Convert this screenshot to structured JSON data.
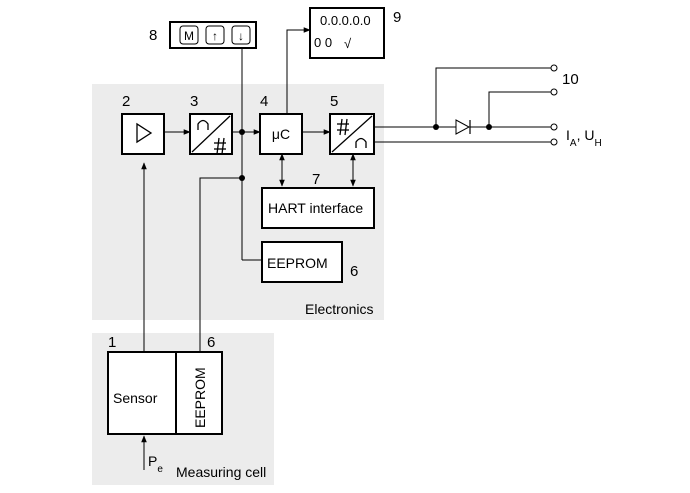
{
  "regions": {
    "electronics": "Electronics",
    "measuring_cell": "Measuring cell"
  },
  "numbers": {
    "sensor": "1",
    "amplifier": "2",
    "adc": "3",
    "microcontroller": "4",
    "dac": "5",
    "eeprom_electronics": "6",
    "eeprom_cell": "6",
    "hart": "7",
    "keypad": "8",
    "display": "9",
    "switch_output": "10"
  },
  "blocks": {
    "microcontroller": "μC",
    "hart": "HART interface",
    "eeprom_electronics": "EEPROM",
    "sensor": "Sensor",
    "eeprom_cell": "EEPROM"
  },
  "keypad_keys": [
    "M",
    "↑",
    "↓"
  ],
  "display": {
    "digits": "0.0.0.0.0",
    "small": "0 0",
    "root_symbol": "√"
  },
  "output": {
    "I": "I",
    "I_sub": "A",
    "sep": ", U",
    "U_sub": "H"
  },
  "input": {
    "P": "P",
    "P_sub": "e"
  }
}
